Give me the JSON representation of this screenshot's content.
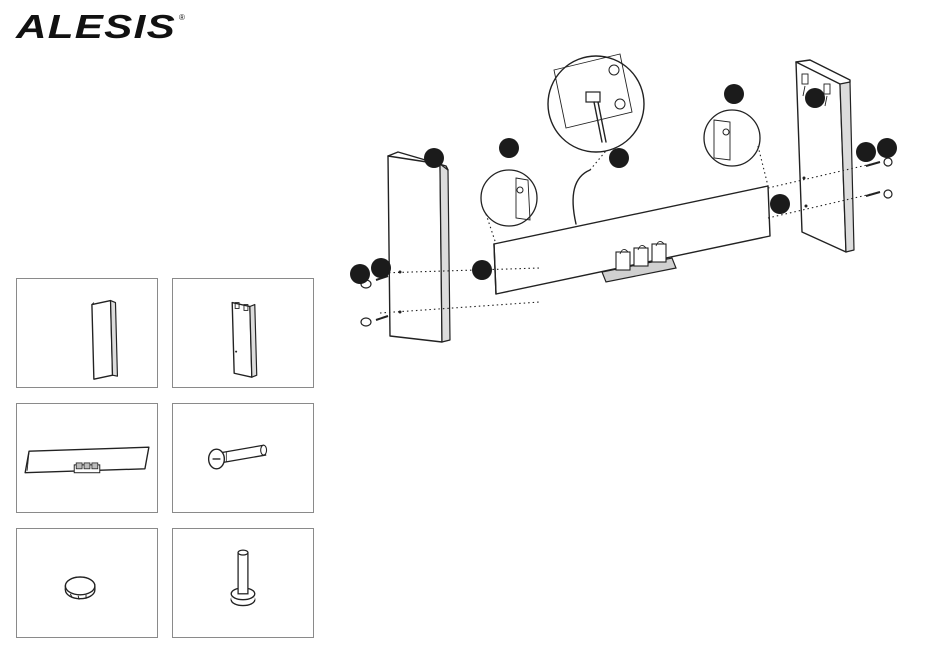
{
  "brand": {
    "name": "ALESIS",
    "registered_mark": "®"
  },
  "parts": [
    {
      "id": "left-side-panel",
      "icon": "side-panel-left-icon"
    },
    {
      "id": "right-side-panel",
      "icon": "side-panel-right-icon"
    },
    {
      "id": "pedal-board",
      "icon": "pedal-board-icon"
    },
    {
      "id": "long-screw",
      "icon": "screw-icon"
    },
    {
      "id": "cover-cap",
      "icon": "cap-icon"
    },
    {
      "id": "short-bolt",
      "icon": "bolt-icon"
    }
  ],
  "diagram": {
    "callout_count": 11,
    "callout_color": "#1b1b1b",
    "line_color": "#222222",
    "panel_side_color": "#dcdcdc"
  }
}
